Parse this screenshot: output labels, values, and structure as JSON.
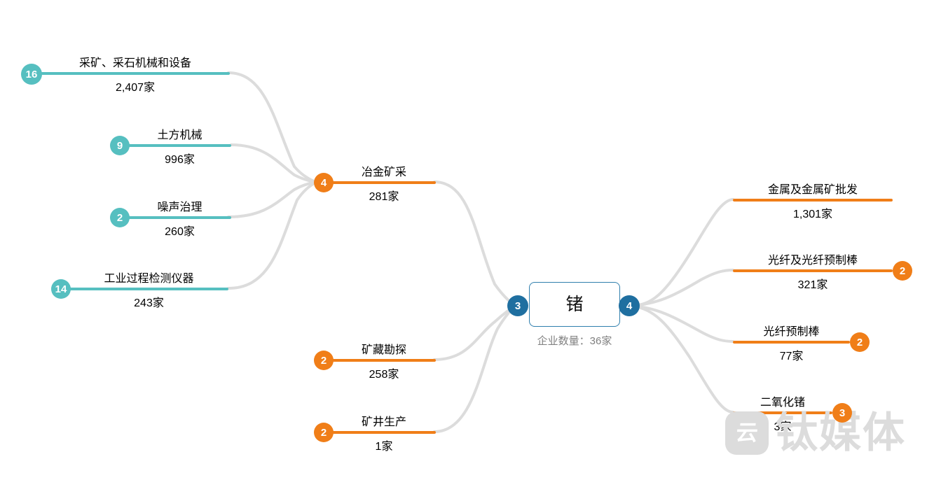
{
  "diagram": {
    "type": "mind-map",
    "center": {
      "title": "锗",
      "subtitle": "企业数量：36家",
      "left_badge": "3",
      "right_badge": "4"
    },
    "left_branches": [
      {
        "title": "冶金矿采",
        "count": "281家",
        "badge": "4",
        "badge_color": "orange",
        "bar_color": "orange",
        "children": [
          {
            "title": "采矿、采石机械和设备",
            "count": "2,407家",
            "badge": "16",
            "badge_color": "teal",
            "bar_color": "teal"
          },
          {
            "title": "土方机械",
            "count": "996家",
            "badge": "9",
            "badge_color": "teal",
            "bar_color": "teal"
          },
          {
            "title": "噪声治理",
            "count": "260家",
            "badge": "2",
            "badge_color": "teal",
            "bar_color": "teal"
          },
          {
            "title": "工业过程检测仪器",
            "count": "243家",
            "badge": "14",
            "badge_color": "teal",
            "bar_color": "teal"
          }
        ]
      },
      {
        "title": "矿藏勘探",
        "count": "258家",
        "badge": "2",
        "badge_color": "orange",
        "bar_color": "orange",
        "children": []
      },
      {
        "title": "矿井生产",
        "count": "1家",
        "badge": "2",
        "badge_color": "orange",
        "bar_color": "orange",
        "children": []
      }
    ],
    "right_branches": [
      {
        "title": "金属及金属矿批发",
        "count": "1,301家",
        "badge": "",
        "badge_color": "",
        "bar_color": "orange"
      },
      {
        "title": "光纤及光纤预制棒",
        "count": "321家",
        "badge": "2",
        "badge_color": "orange",
        "bar_color": "orange"
      },
      {
        "title": "光纤预制棒",
        "count": "77家",
        "badge": "2",
        "badge_color": "orange",
        "bar_color": "orange"
      },
      {
        "title": "二氧化锗",
        "count": "3家",
        "badge": "3",
        "badge_color": "orange",
        "bar_color": "orange"
      }
    ],
    "colors": {
      "teal": "#56bfc0",
      "orange": "#f07e18",
      "blue": "#1f6fa0",
      "link": "#dcdcdc",
      "title_text": "#1b1b1b",
      "count_text": "#808080"
    },
    "watermark": {
      "text": "钛媒体",
      "mark_glyph": "云"
    }
  }
}
